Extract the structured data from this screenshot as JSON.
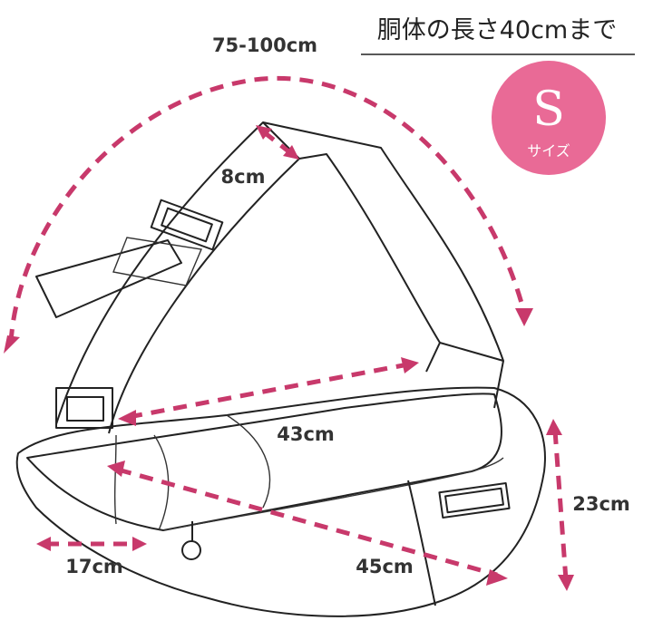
{
  "title": "胴体の長さ40cmまで",
  "badge": {
    "letter": "S",
    "caption": "サイズ",
    "color": "#e96a96"
  },
  "accent_color": "#c8396b",
  "dimensions": {
    "strap_length": "75-100cm",
    "strap_width": "8cm",
    "top_length": "43cm",
    "diagonal_length": "45cm",
    "depth": "17cm",
    "height": "23cm"
  }
}
